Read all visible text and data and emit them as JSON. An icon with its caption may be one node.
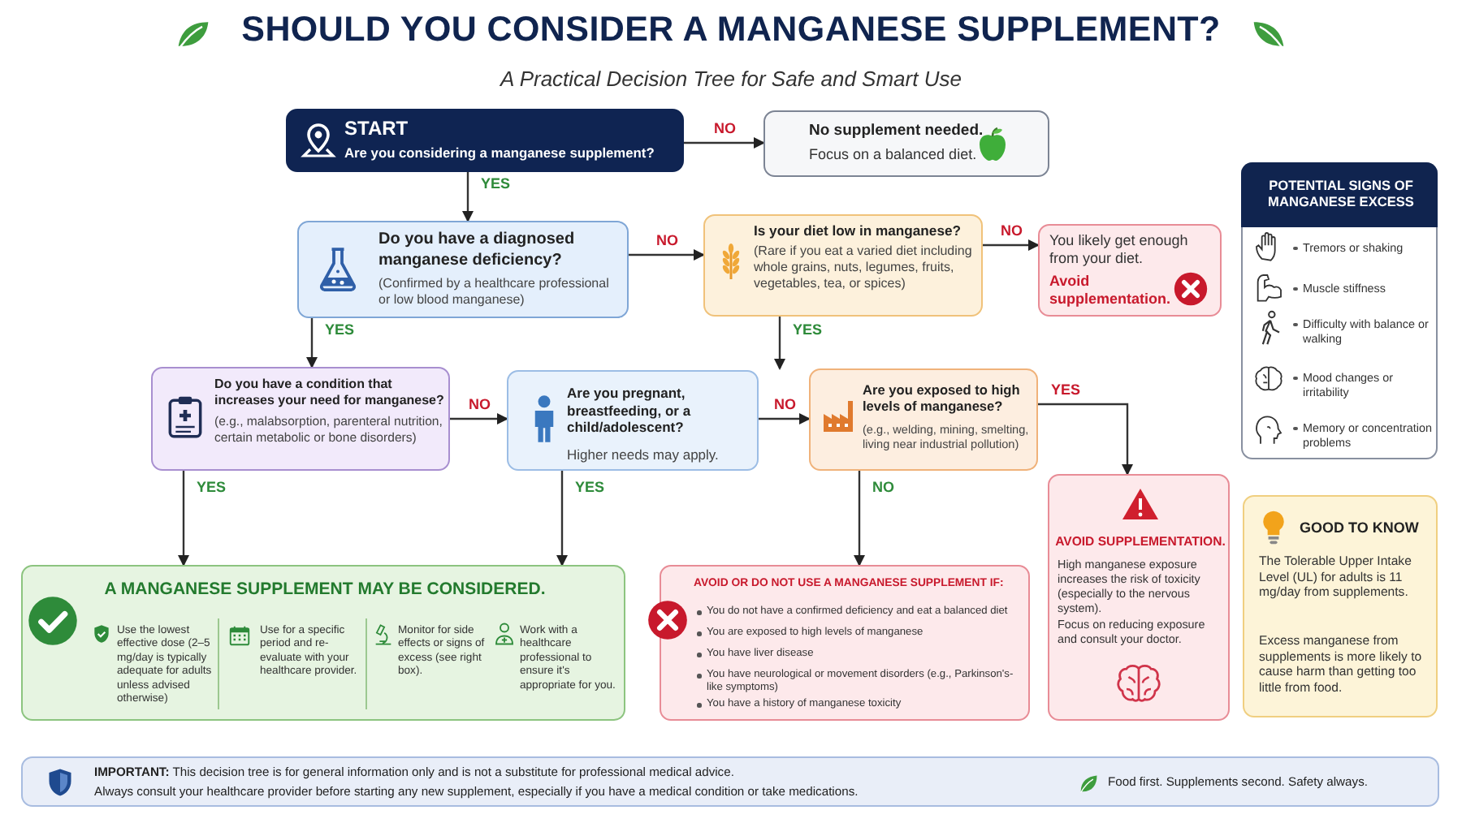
{
  "diagram": {
    "title": "SHOULD YOU CONSIDER A MANGANESE SUPPLEMENT?",
    "nodes": [
      {
        "text": [
          "START",
          "Are you considering a manganese supplement?"
        ]
      },
      {
        "text": [
          "No supplement needed.",
          "Focus on a balanced diet."
        ]
      },
      {
        "text": [
          "Do you have a diagnosed manganese deficiency?",
          "(Confirmed by a healthcare professional or low blood manganese)"
        ]
      },
      {
        "text": [
          "Is your diet low in manganese?",
          "(Rare if you eat a varied diet including whole grains, nuts, legumes, fruits, vegetables, tea, or spices)"
        ]
      },
      {
        "text": [
          "You likely get enough from your diet.",
          "Avoid supplementation."
        ]
      },
      {
        "text": [
          "Do you have a condition that increases your need for manganese?",
          "(e.g., malabsorption, parenteral nutrition, certain metabolic or bone disorders)"
        ]
      },
      {
        "text": [
          "Are you pregnant, breastfeeding, or a child/adolescent?",
          "Higher needs may apply."
        ]
      },
      {
        "text": [
          "Are you exposed to high levels of manganese?",
          "(e.g., welding, mining, smelting, living near industrial pollution)"
        ]
      },
      {
        "text": [
          "A MANGANESE SUPPLEMENT MAY BE CONSIDERED.",
          "Use the lowest effective dose (2–5 mg/day is typically adequate for adults unless advised otherwise)",
          "Use for a specific period and re-evaluate with your healthcare provider.",
          "Monitor for side effects or signs of excess (see right box).",
          "Work with a healthcare professional to ensure it's appropriate for you."
        ]
      },
      {
        "text": [
          "AVOID OR DO NOT USE A MANGANESE SUPPLEMENT IF:",
          "You do not have a confirmed deficiency and eat a balanced diet",
          "You are exposed to high levels of manganese",
          "You have liver disease",
          "You have neurological or movement disorders (e.g., Parkinson's-like symptoms)",
          "You have a history of manganese toxicity"
        ]
      },
      {
        "text": [
          "AVOID SUPPLEMENTATION.",
          "High manganese exposure increases the risk of toxicity (especially to the nervous system).",
          "Focus on reducing exposure and consult your doctor."
        ]
      },
      {
        "text": [
          "POTENTIAL SIGNS OF MANGANESE EXCESS",
          "Tremors or shaking",
          "Muscle stiffness",
          "Difficulty with balance or walking",
          "Mood changes or irritability",
          "Memory or concentration problems"
        ]
      },
      {
        "text": [
          "GOOD TO KNOW",
          "The Tolerable Upper Intake Level (UL) for adults is 11 mg/day from supplements.",
          "Excess manganese from supplements is more likely to cause harm than getting too little from food."
        ]
      },
      {
        "text": [
          "**IMPORTANT:** This decision tree is for general information only and is not a substitute for professional medical advice.",
          "Always consult your healthcare provider before starting any new supplement, especially if you have a medical condition or take medications.",
          "Food first. Supplements second. Safety always."
        ]
      }
    ],
    "edges": [
      {
        "from": 0,
        "to": 1,
        "label": "NO",
        "arrow": "to"
      },
      {
        "from": 0,
        "to": 2,
        "label": "YES",
        "arrow": "to"
      },
      {
        "from": 2,
        "to": 3,
        "label": "NO",
        "arrow": "to"
      },
      {
        "from": 3,
        "to": 4,
        "label": "NO",
        "arrow": "to"
      },
      {
        "from": 3,
        "to": 7,
        "label": "YES",
        "arrow": "to"
      },
      {
        "from": 2,
        "to": 5,
        "label": "YES",
        "arrow": "to"
      },
      {
        "from": 5,
        "to": 6,
        "label": "NO",
        "arrow": "to"
      },
      {
        "from": 6,
        "to": 7,
        "label": "NO",
        "arrow": "to"
      },
      {
        "from": 5,
        "to": 8,
        "label": "YES",
        "arrow": "to"
      },
      {
        "from": 6,
        "to": 8,
        "label": "YES",
        "arrow": "to"
      },
      {
        "from": 7,
        "to": 9,
        "label": "NO",
        "arrow": "to"
      },
      {
        "from": 7,
        "to": 10,
        "label": "YES",
        "arrow": "to"
      }
    ],
    "labels": [
      "A Practical Decision Tree for Safe and Smart Use"
    ]
  }
}
